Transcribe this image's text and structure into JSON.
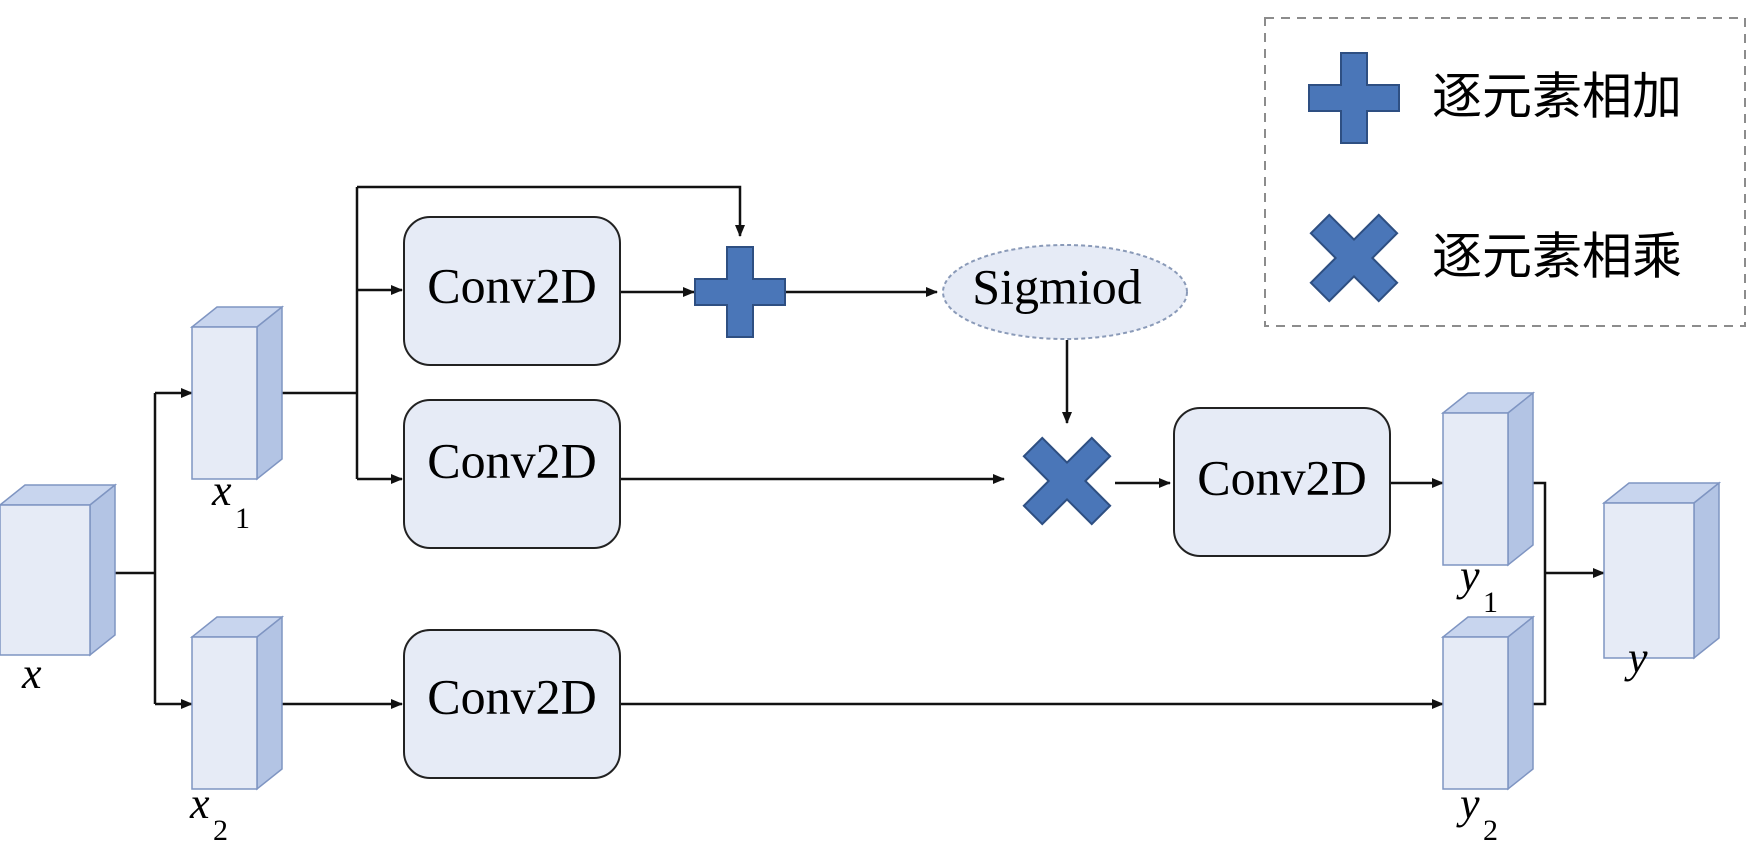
{
  "colors": {
    "block_face": "#e6ebf6",
    "block_side": "#b3c4e4",
    "block_top": "#c8d5ee",
    "block_edge": "#7f95c2",
    "conv_fill": "#e6ebf6",
    "op_fill": "#4a76b8",
    "op_edge": "#2e4f82",
    "line": "#111111"
  },
  "labels": {
    "x": "x",
    "x1": "x",
    "x1_sub": "1",
    "x2": "x",
    "x2_sub": "2",
    "y1": "y",
    "y1_sub": "1",
    "y2": "y",
    "y2_sub": "2",
    "y": "y"
  },
  "conv_blocks": {
    "top": "Conv2D",
    "middle": "Conv2D",
    "bottom": "Conv2D",
    "right": "Conv2D"
  },
  "sigmoid": {
    "label": "Sigmiod"
  },
  "legend": {
    "add_label": "逐元素相加",
    "multiply_label": "逐元素相乘",
    "add_icon": "plus-icon",
    "multiply_icon": "cross-icon"
  }
}
